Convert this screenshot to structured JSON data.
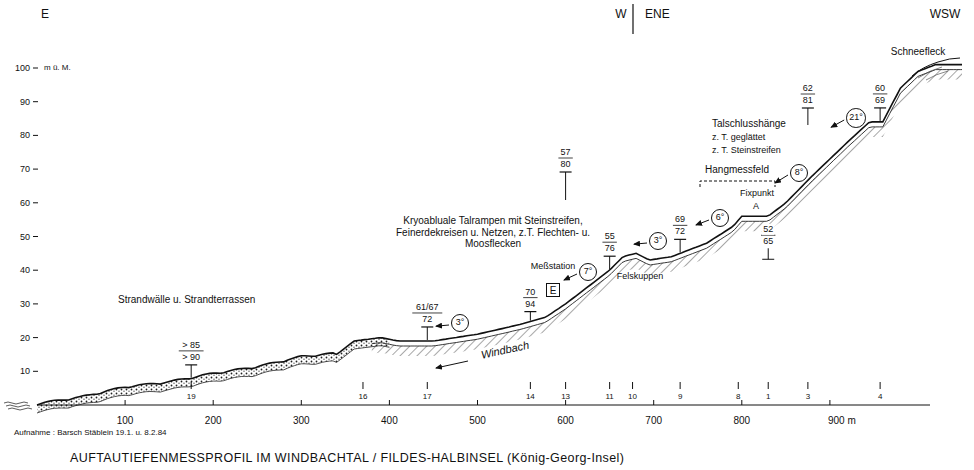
{
  "diagram": {
    "title": "AUFTAUTIEFENMESSPROFIL IM WINDBACHTAL / FILDES-HALBINSEL (König-Georg-Insel)",
    "nodes": [
      {
        "text": [
          "3°"
        ]
      },
      {
        "text": [
          "Meßstation",
          "E"
        ]
      },
      {
        "text": [
          "7°"
        ]
      },
      {
        "text": [
          "3°"
        ]
      },
      {
        "text": [
          "6°"
        ]
      },
      {
        "text": [
          "8°"
        ]
      },
      {
        "text": [
          "21°"
        ]
      }
    ],
    "labels": [
      "E",
      "W",
      "ENE",
      "WSW",
      "100",
      "90",
      "80",
      "70",
      "60",
      "50",
      "40",
      "30",
      "20",
      "10",
      "m ü. M.",
      "100",
      "200",
      "300",
      "400",
      "500",
      "600",
      "700",
      "800",
      "900 m",
      "19",
      "16",
      "17",
      "14",
      "13",
      "11",
      "10",
      "9",
      "8",
      "1",
      "3",
      "4",
      "Strandwälle u. Strandterrassen",
      "Kryoabluale Talrampen mit Steinstreifen, Feinerdekreisen u. Netzen, z.T. Flechten- u. Moosflecken",
      "Windbach",
      "Felskuppen",
      "Hangmessfeld",
      "Fixpunkt",
      "A",
      "Talschlusshänge",
      "z. T. geglättet",
      "z. T. Steinstreifen",
      "Schneefleck",
      "> 85",
      "> 90",
      "61/67",
      "72",
      "70",
      "94",
      "57",
      "80",
      "55",
      "76",
      "69",
      "72",
      "52",
      "65",
      "62",
      "81",
      "60",
      "69",
      "Aufnahme : Barsch Stäblein 19.1. u. 8.2.84"
    ]
  }
}
